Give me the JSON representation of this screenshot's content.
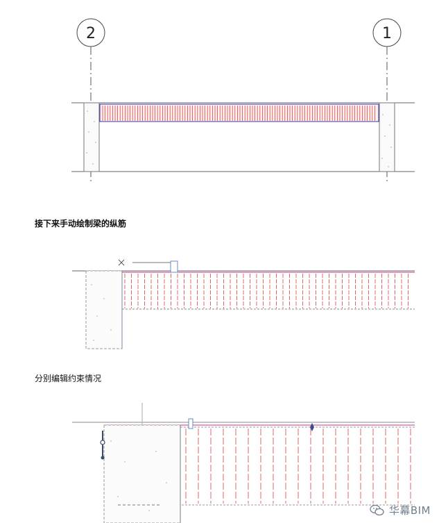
{
  "grid_labels": {
    "left": "2",
    "right": "1"
  },
  "captions": {
    "draw_rebar": "接下来手动绘制梁的纵筋",
    "edit_constraints": "分别编辑约束情况"
  },
  "watermark": {
    "text": "华幕BIM",
    "icon": "wechat-icon"
  },
  "colors": {
    "rebar": "#e04040",
    "beam_edge": "#3333aa",
    "line": "#555555",
    "background": "#ffffff"
  }
}
